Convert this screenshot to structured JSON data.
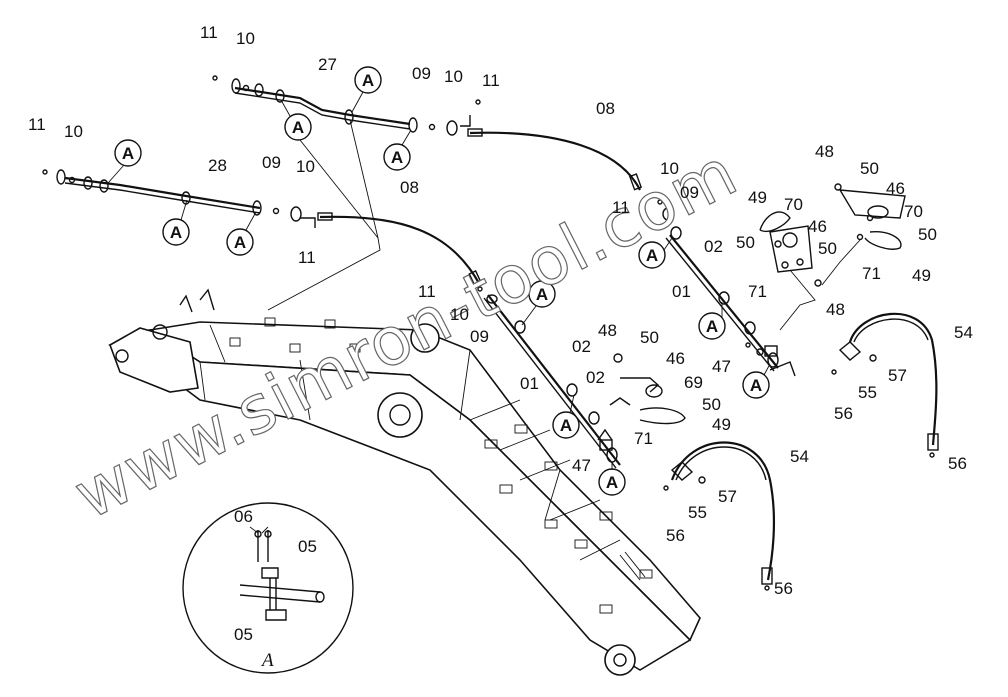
{
  "diagram": {
    "watermark": "www.simron-tool.com",
    "detail_letter": "A",
    "callout_letter": "A",
    "labels": [
      "11",
      "10",
      "27",
      "09",
      "10",
      "11",
      "11",
      "10",
      "28",
      "09",
      "10",
      "08",
      "11",
      "08",
      "11",
      "10",
      "09",
      "11",
      "10",
      "09",
      "02",
      "01",
      "02",
      "48",
      "50",
      "46",
      "69",
      "50",
      "49",
      "71",
      "47",
      "56",
      "55",
      "57",
      "54",
      "56",
      "48",
      "50",
      "46",
      "70",
      "50",
      "71",
      "49",
      "49",
      "70",
      "46",
      "02",
      "50",
      "50",
      "01",
      "71",
      "48",
      "47",
      "54",
      "55",
      "57",
      "56",
      "56",
      "06",
      "05",
      "05"
    ]
  }
}
